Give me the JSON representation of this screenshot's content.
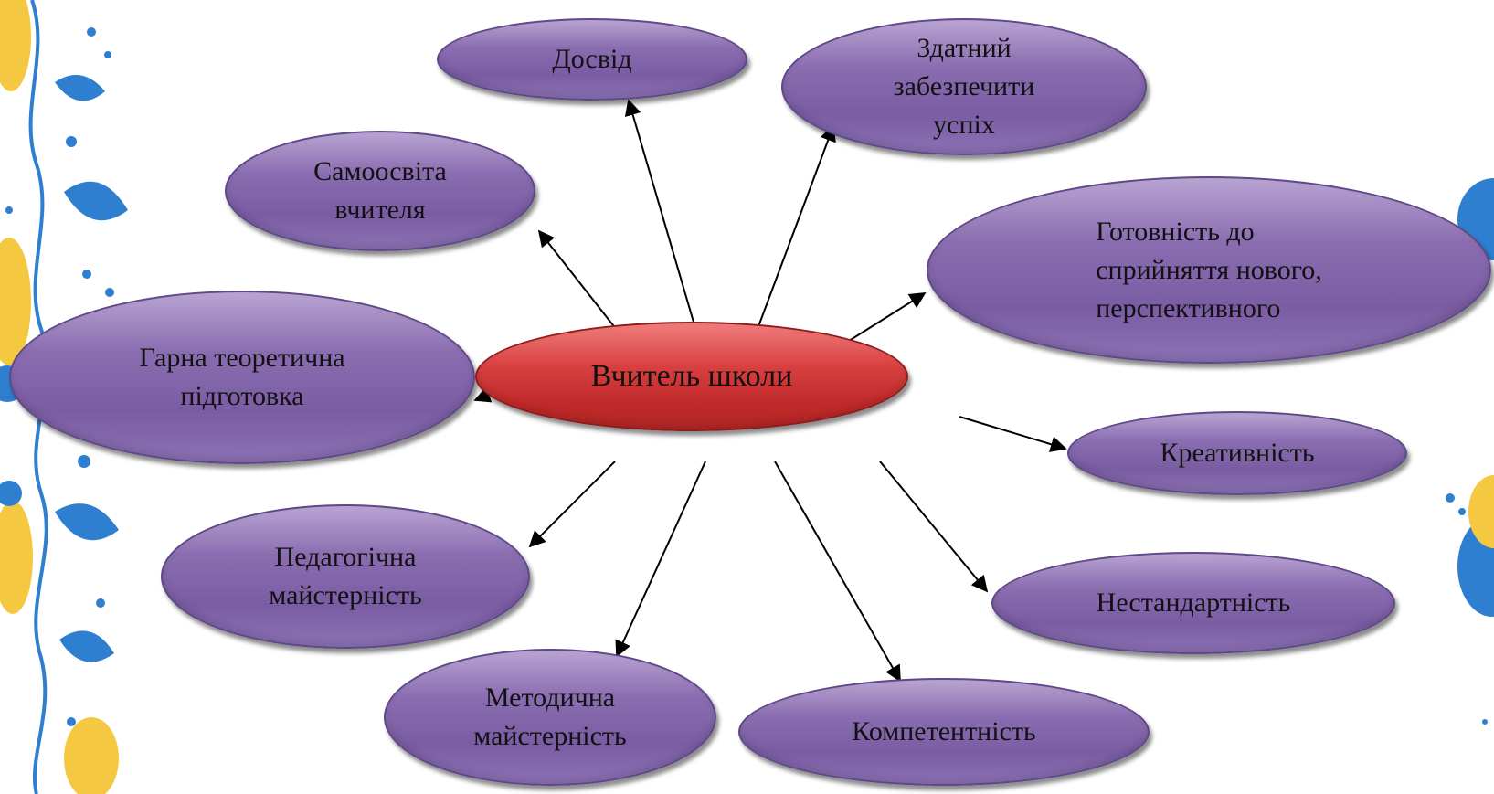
{
  "colors": {
    "node_fill": "#7f62a8",
    "node_border": "#5e4887",
    "center_fill": "#c93232",
    "arrow": "#000000",
    "border_yellow": "#f5c842",
    "border_blue": "#2e7fd0"
  },
  "center": {
    "label": "Вчитель школи"
  },
  "nodes": {
    "dosvid": "Досвід",
    "zdatnyi": "Здатний\nзабезпечити\nуспіх",
    "samoosvita": "Самоосвіта\nвчителя",
    "hotovnist": "Готовність до\nсприйняття нового,\nперспективного",
    "teoretychna": "Гарна теоретична\nпідготовка",
    "kreatyvnist": "Креативність",
    "pedahohichna": "Педагогічна\nмайстерність",
    "nestandartnist": "Нестандартність",
    "metodychna": "Методична\nмайстерність",
    "kompetentnist": "Компетентність"
  }
}
